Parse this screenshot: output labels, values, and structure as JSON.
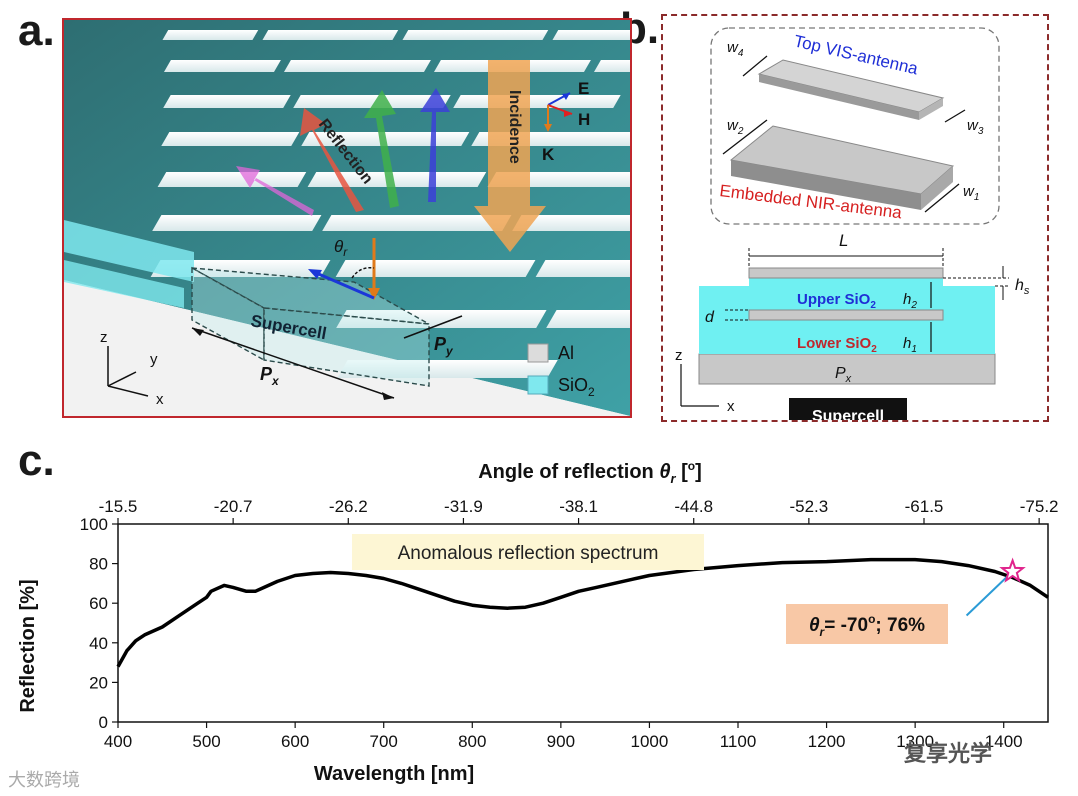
{
  "panel_a": {
    "label": "a.",
    "arrow_labels": {
      "reflection": "Reflection",
      "incidence": "Incidence"
    },
    "field_labels": {
      "e": "E",
      "h": "H",
      "k": "K"
    },
    "theta_r": "θ",
    "theta_sub": "r",
    "supercell": "Supercell",
    "px": "P",
    "px_sub": "x",
    "py": "P",
    "py_sub": "y",
    "axes": {
      "z": "z",
      "y": "y",
      "x": "x"
    },
    "legend": {
      "al": "Al",
      "sio2": "SiO",
      "sio2_sub": "2"
    },
    "colors": {
      "al": "#dcdcdc",
      "sio2": "#7fe8ee",
      "water": "#5cc4c4"
    }
  },
  "panel_b": {
    "label": "b.",
    "vis_antenna": "Top VIS-antenna",
    "nir_antenna": "Embedded NIR-antenna",
    "w4": "w",
    "w4_sub": "4",
    "w3": "w",
    "w3_sub": "3",
    "w2": "w",
    "w2_sub": "2",
    "w1": "w",
    "w1_sub": "1",
    "L": "L",
    "hs": "h",
    "hs_sub": "s",
    "upper": "Upper SiO",
    "upper_sub": "2",
    "h2": "h",
    "h2_sub": "2",
    "lower": "Lower SiO",
    "lower_sub": "2",
    "h1": "h",
    "h1_sub": "1",
    "d": "d",
    "px": "P",
    "px_sub": "x",
    "axes": {
      "z": "z",
      "x": "x"
    },
    "supercell_button": "Supercell",
    "colors": {
      "vis_text": "#1f2fd6",
      "nir_text": "#d62020",
      "upper_text": "#1f2fd6",
      "lower_text": "#c0272d",
      "sio2": "#6ff0f2",
      "metal": "#c8c8c8"
    }
  },
  "panel_c": {
    "label": "c.",
    "chart_data": {
      "type": "line",
      "xlabel": "Wavelength [nm]",
      "ylabel": "Reflection [%]",
      "top_xlabel": "Angle of reflection",
      "top_xlabel_symbol": "θ",
      "top_xlabel_sub": "r",
      "top_xlabel_unit": " [",
      "top_xlabel_deg": "o",
      "top_xlabel_close": "]",
      "xlim": [
        400,
        1450
      ],
      "ylim": [
        0,
        100
      ],
      "xticks": [
        400,
        500,
        600,
        700,
        800,
        900,
        1000,
        1100,
        1200,
        1300,
        1400
      ],
      "yticks": [
        0,
        20,
        40,
        60,
        80,
        100
      ],
      "top_ticks": [
        {
          "x": 400,
          "label": "-15.5"
        },
        {
          "x": 530,
          "label": "-20.7"
        },
        {
          "x": 660,
          "label": "-26.2"
        },
        {
          "x": 790,
          "label": "-31.9"
        },
        {
          "x": 920,
          "label": "-38.1"
        },
        {
          "x": 1050,
          "label": "-44.8"
        },
        {
          "x": 1180,
          "label": "-52.3"
        },
        {
          "x": 1310,
          "label": "-61.5"
        },
        {
          "x": 1440,
          "label": "-75.2"
        }
      ],
      "annotation_title": "Anomalous reflection spectrum",
      "callout": "= -70",
      "callout_symbol": "θ",
      "callout_sub": "r",
      "callout_deg": "o",
      "callout_tail": "; 76%",
      "marker": {
        "x": 1410,
        "y": 76
      },
      "series": [
        {
          "color": "#000000",
          "x": [
            400,
            410,
            420,
            430,
            450,
            470,
            490,
            500,
            505,
            510,
            520,
            530,
            545,
            555,
            565,
            580,
            600,
            620,
            640,
            660,
            680,
            700,
            720,
            740,
            760,
            780,
            800,
            820,
            840,
            860,
            880,
            900,
            920,
            940,
            960,
            980,
            1000,
            1050,
            1100,
            1150,
            1200,
            1250,
            1300,
            1330,
            1360,
            1390,
            1410,
            1430,
            1450
          ],
          "y": [
            28,
            36,
            41,
            44,
            48,
            54,
            60,
            63,
            66,
            67,
            69,
            68,
            66,
            66,
            68,
            71,
            74,
            75,
            75.5,
            75,
            74,
            72.5,
            70,
            67,
            64,
            61,
            59,
            58,
            57.5,
            58,
            60,
            63,
            66,
            68,
            70,
            72,
            74,
            77,
            79,
            80.5,
            81,
            82,
            82,
            81,
            79,
            76,
            73,
            69,
            63,
            55
          ]
        }
      ]
    }
  },
  "watermarks": {
    "left": "大数跨境",
    "right": "复享光学"
  }
}
